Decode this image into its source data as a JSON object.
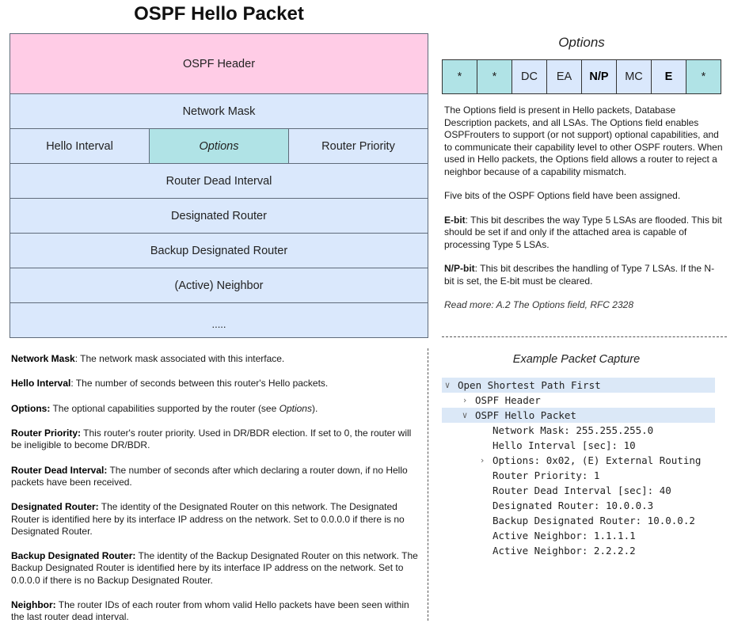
{
  "title": "OSPF Hello Packet",
  "packet": {
    "header": "OSPF Header",
    "network_mask": "Network Mask",
    "hello_interval": "Hello Interval",
    "options": "Options",
    "router_priority": "Router Priority",
    "router_dead_interval": "Router Dead Interval",
    "designated_router": "Designated Router",
    "backup_designated_router": "Backup Designated Router",
    "active_neighbor": "(Active) Neighbor",
    "ellipsis": "....."
  },
  "options_panel": {
    "title": "Options",
    "bits": [
      "*",
      "*",
      "DC",
      "EA",
      "N/P",
      "MC",
      "E",
      "*"
    ],
    "description": [
      "The Options field is present in Hello packets, Database Description packets, and all LSAs. The Options field enables OSPFrouters to support (or not support) optional capabilities, and to communicate their capability level to other OSPF routers. When used in Hello packets, the Options field allows a router to reject a neighbor because of a capability mismatch.",
      "Five bits of the OSPF Options field have been assigned."
    ],
    "ebit_label": "E-bit",
    "ebit_text": ": This bit describes the way Type 5 LSAs are flooded. This bit should be set if and only if the attached area is capable of processing Type 5 LSAs.",
    "npbit_label": "N/P-bit",
    "npbit_text": ": This bit describes the handling of Type 7 LSAs. If the N-bit is set, the E-bit must be cleared.",
    "read_more": "Read more: A.2 The Options field, RFC 2328"
  },
  "fields": [
    {
      "label": "Network Mask",
      "text": ": The network mask associated with this interface."
    },
    {
      "label": "Hello Interval",
      "text": ": The number of seconds between this router's Hello packets."
    },
    {
      "label": "Options:",
      "text": " The optional capabilities supported by the router (see ",
      "italic": "Options",
      "suffix": ")."
    },
    {
      "label": "Router Priority:",
      "text": " This router's router priority. Used in DR/BDR election. If set to 0, the router will be ineligible to become DR/BDR."
    },
    {
      "label": "Router Dead Interval:",
      "text": " The number of seconds after which declaring a router down, if no Hello packets have been received."
    },
    {
      "label": "Designated Router:",
      "text": " The identity of the Designated Router on this network. The Designated Router is identified here by its interface IP address on the network. Set to 0.0.0.0 if there is no Designated Router."
    },
    {
      "label": "Backup Designated Router:",
      "text": "  The identity of the Backup Designated Router on this network. The Backup Designated Router is identified here by its interface IP address on the network. Set to 0.0.0.0 if there is no Backup Designated Router."
    },
    {
      "label": "Neighbor:",
      "text": " The router IDs of each router from whom valid Hello packets have been seen within the last router dead interval."
    }
  ],
  "capture": {
    "title": "Example Packet Capture",
    "nodes": [
      {
        "level": 0,
        "toggle": "expanded",
        "text": "Open Shortest Path First",
        "selected": true
      },
      {
        "level": 1,
        "toggle": "collapsed",
        "text": "OSPF Header",
        "selected": false
      },
      {
        "level": 1,
        "toggle": "expanded",
        "text": "OSPF Hello Packet",
        "selected": true
      },
      {
        "level": 2,
        "toggle": "none",
        "text": "Network Mask: 255.255.255.0",
        "selected": false
      },
      {
        "level": 2,
        "toggle": "none",
        "text": "Hello Interval [sec]: 10",
        "selected": false
      },
      {
        "level": 2,
        "toggle": "collapsed",
        "text": "Options: 0x02, (E) External Routing",
        "selected": false
      },
      {
        "level": 2,
        "toggle": "none",
        "text": "Router Priority: 1",
        "selected": false
      },
      {
        "level": 2,
        "toggle": "none",
        "text": "Router Dead Interval [sec]: 40",
        "selected": false
      },
      {
        "level": 2,
        "toggle": "none",
        "text": "Designated Router: 10.0.0.3",
        "selected": false
      },
      {
        "level": 2,
        "toggle": "none",
        "text": "Backup Designated Router: 10.0.0.2",
        "selected": false
      },
      {
        "level": 2,
        "toggle": "none",
        "text": "Active Neighbor: 1.1.1.1",
        "selected": false
      },
      {
        "level": 2,
        "toggle": "none",
        "text": "Active Neighbor: 2.2.2.2",
        "selected": false
      }
    ]
  },
  "colors": {
    "header_fill": "#ffcce6",
    "field_fill": "#dae8fc",
    "options_fill": "#b0e3e6",
    "selected_row": "#dbe8f7"
  }
}
